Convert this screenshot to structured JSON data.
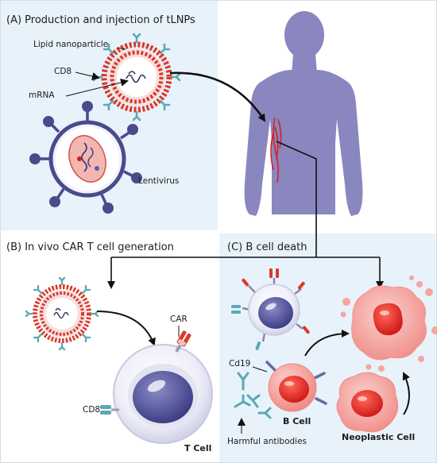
{
  "panels": {
    "a": {
      "title": "(A) Production and injection of tLNPs",
      "labels": {
        "lipid": "Lipid nanoparticle",
        "cd8": "CD8",
        "mrna": "mRNA",
        "lentivirus": "Lentivirus"
      }
    },
    "b": {
      "title": "(B) In vivo CAR T cell generation",
      "labels": {
        "car": "CAR",
        "cd8": "CD8",
        "tcell": "T Cell"
      }
    },
    "c": {
      "title": "(C) B cell death",
      "labels": {
        "cd19": "Cd19",
        "bcell": "B Cell",
        "antibodies": "Harmful antibodies",
        "neoplastic": "Neoplastic Cell"
      }
    }
  },
  "colors": {
    "panel_bg": "#e8f2fa",
    "lnp_red": "#d93a2b",
    "receptor_teal": "#5aa9b5",
    "virus_purple": "#4a4a8c",
    "body_purple": "#8a86bf",
    "cell_purple": "#5a5a9e",
    "b_cell_red": "#e23a3a",
    "neoplastic_pink": "#f4a6a0"
  }
}
